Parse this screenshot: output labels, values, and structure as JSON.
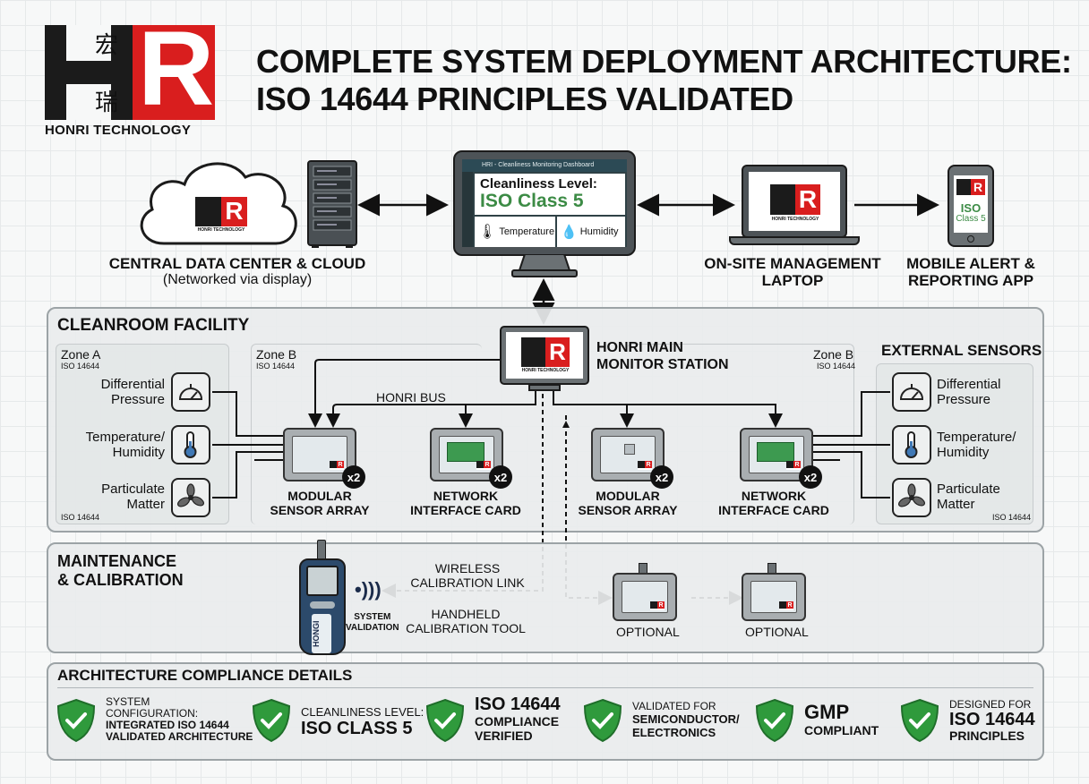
{
  "brand": {
    "name": "HONRI TECHNOLOGY",
    "logo_letter": "R",
    "logo_chars": [
      "宏",
      "瑞"
    ],
    "colors": {
      "red": "#d91e1e",
      "black": "#1b1b1b",
      "green": "#2e8b3e",
      "shield_green": "#2f9a3c"
    }
  },
  "title": {
    "line1": "COMPLETE SYSTEM DEPLOYMENT ARCHITECTURE:",
    "line2": "ISO 14644 PRINCIPLES VALIDATED"
  },
  "top_row": {
    "cloud": {
      "label": "CENTRAL DATA CENTER & CLOUD",
      "sublabel": "(Networked via display)",
      "logo_text": "HONRI TECHNOLOGY"
    },
    "dashboard": {
      "window_title": "HRI - Cleanliness Monitoring Dashboard",
      "heading": "Cleanliness Level:",
      "value": "ISO Class 5",
      "tiles": [
        {
          "icon": "thermometer-icon",
          "label": "Temperature"
        },
        {
          "icon": "humidity-drop-icon",
          "label": "Humidity"
        }
      ]
    },
    "laptop": {
      "label_line1": "ON-SITE MANAGEMENT",
      "label_line2": "LAPTOP",
      "logo_text": "HONRI TECHNOLOGY"
    },
    "mobile": {
      "label_line1": "MOBILE ALERT &",
      "label_line2": "REPORTING APP",
      "screen_line1": "ISO",
      "screen_line2": "Class 5"
    }
  },
  "cleanroom": {
    "title": "CLEANROOM FACILITY",
    "zone_a": {
      "title": "Zone A",
      "sub": "ISO 14644",
      "footer": "ISO 14644"
    },
    "zone_b_left": {
      "title": "Zone B",
      "sub": "ISO 14644"
    },
    "zone_b_right": {
      "title": "Zone B",
      "sub": "ISO 14644"
    },
    "main_station": {
      "line1": "HONRI MAIN",
      "line2": "MONITOR STATION",
      "logo_text": "HONRI TECHNOLOGY"
    },
    "bus_label": "HONRI BUS",
    "sensors_left": [
      {
        "line1": "Differential",
        "line2": "Pressure",
        "icon": "pressure-gauge-icon"
      },
      {
        "line1": "Temperature/",
        "line2": "Humidity",
        "icon": "thermometer-icon"
      },
      {
        "line1": "Particulate",
        "line2": "Matter",
        "icon": "fan-icon"
      }
    ],
    "external": {
      "title": "EXTERNAL SENSORS",
      "footer": "ISO 14644",
      "sensors": [
        {
          "line1": "Differential",
          "line2": "Pressure",
          "icon": "pressure-gauge-icon"
        },
        {
          "line1": "Temperature/",
          "line2": "Humidity",
          "icon": "thermometer-icon"
        },
        {
          "line1": "Particulate",
          "line2": "Matter",
          "icon": "fan-icon"
        }
      ]
    },
    "modules": [
      {
        "line1": "MODULAR",
        "line2": "SENSOR ARRAY",
        "qty": "x2",
        "type": "sensor-array"
      },
      {
        "line1": "NETWORK",
        "line2": "INTERFACE CARD",
        "qty": "x2",
        "type": "nic"
      },
      {
        "line1": "MODULAR",
        "line2": "SENSOR ARRAY",
        "qty": "x2",
        "type": "sensor-array"
      },
      {
        "line1": "NETWORK",
        "line2": "INTERFACE CARD",
        "qty": "x2",
        "type": "nic"
      }
    ]
  },
  "maintenance": {
    "title_line1": "MAINTENANCE",
    "title_line2": "& CALIBRATION",
    "device_brand": "HONGI",
    "validation_line1": "SYSTEM",
    "validation_line2": "VALIDATION",
    "link_line1": "WIRELESS",
    "link_line2": "CALIBRATION LINK",
    "tool_line1": "HANDHELD",
    "tool_line2": "CALIBRATION TOOL",
    "optional": [
      "OPTIONAL",
      "OPTIONAL"
    ]
  },
  "compliance": {
    "title": "ARCHITECTURE COMPLIANCE DETAILS",
    "items": [
      {
        "small": [
          "SYSTEM",
          "CONFIGURATION:"
        ],
        "bold": [
          "INTEGRATED ISO 14644",
          "VALIDATED ARCHITECTURE"
        ]
      },
      {
        "small": [
          "CLEANLINESS LEVEL:"
        ],
        "big": "ISO CLASS 5"
      },
      {
        "big": "ISO 14644",
        "bold": [
          "COMPLIANCE",
          "VERIFIED"
        ]
      },
      {
        "small": [
          "VALIDATED FOR"
        ],
        "bold": [
          "SEMICONDUCTOR/",
          "ELECTRONICS"
        ]
      },
      {
        "big": "GMP",
        "bold": [
          "COMPLIANT"
        ]
      },
      {
        "small": [
          "DESIGNED FOR"
        ],
        "big": "ISO 14644",
        "bold": [
          "PRINCIPLES"
        ]
      }
    ]
  }
}
